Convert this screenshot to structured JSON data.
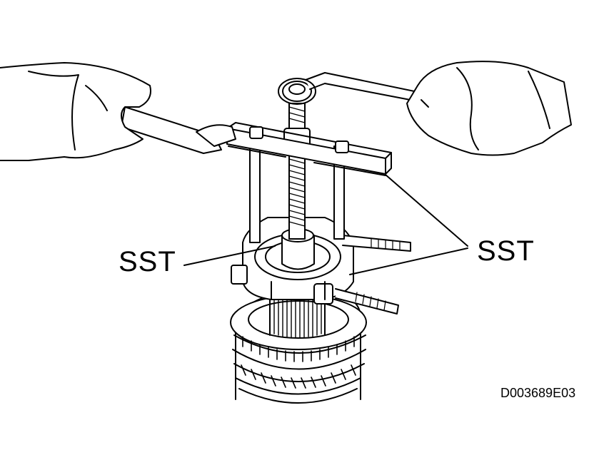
{
  "labels": {
    "sst_left": "SST",
    "sst_right": "SST",
    "figure_code": "D003689E03"
  },
  "colors": {
    "line": "#000000",
    "background": "#ffffff"
  }
}
